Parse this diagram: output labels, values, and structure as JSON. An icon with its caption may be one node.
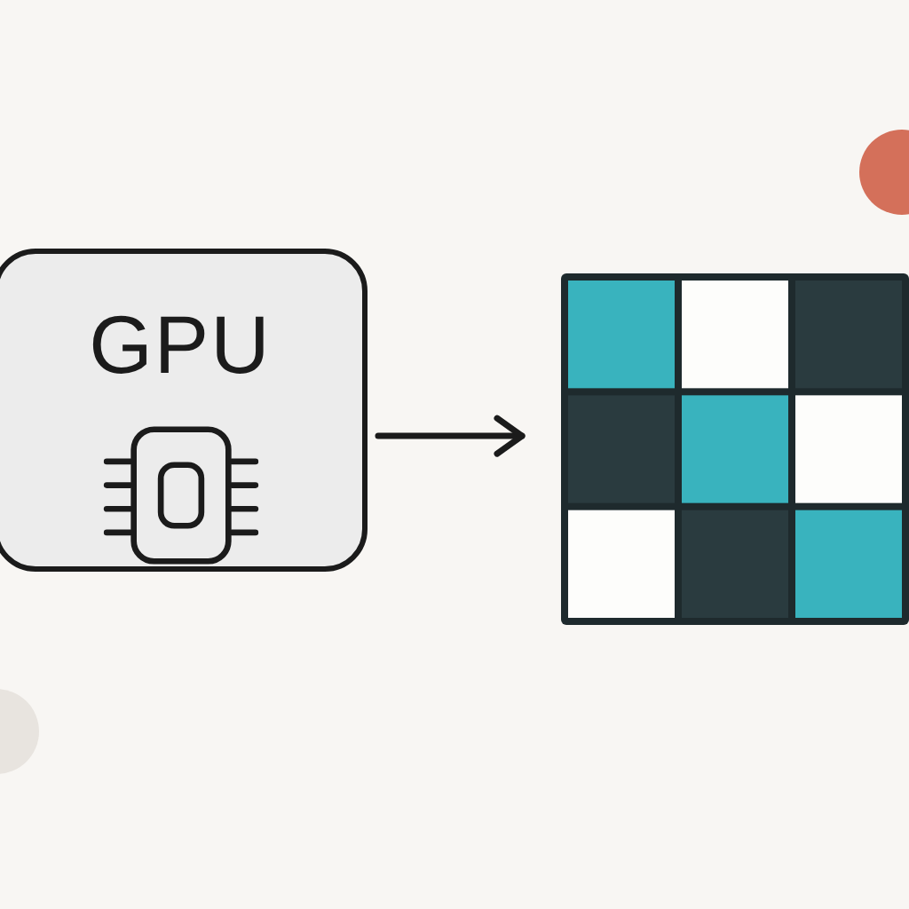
{
  "diagram": {
    "nodes": [
      {
        "text": [
          "GPU"
        ]
      },
      {
        "text": [],
        "shape": "grid"
      }
    ],
    "edges": [
      {
        "from": 0,
        "to": 1,
        "arrow": "to"
      }
    ]
  }
}
